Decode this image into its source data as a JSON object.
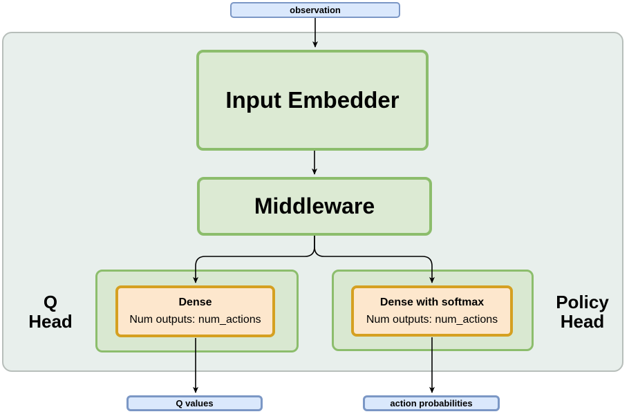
{
  "diagram": {
    "type": "flowchart",
    "description": "Agent network architecture with shared input embedder and middleware feeding a Q head and a policy head",
    "input": {
      "label": "observation"
    },
    "blocks": {
      "input_embedder": {
        "label": "Input Embedder"
      },
      "middleware": {
        "label": "Middleware"
      }
    },
    "heads": [
      {
        "id": "q_head",
        "side_label": [
          "Q",
          "Head"
        ],
        "block_title": "Dense",
        "block_subtitle": "Num outputs: num_actions",
        "output_label": "Q values"
      },
      {
        "id": "policy_head",
        "side_label": [
          "Policy",
          "Head"
        ],
        "block_title": "Dense with softmax",
        "block_subtitle": "Num outputs: num_actions",
        "output_label": "action probabilities"
      }
    ],
    "colors": {
      "container_fill": "#e8efec",
      "container_border": "#b7beba",
      "green_fill": "#dcead3",
      "head_fill": "#d9e8d1",
      "green_border": "#8cbd6c",
      "orange_fill": "#fde7cd",
      "orange_border": "#d5a021",
      "blue_fill": "#dae8fc",
      "blue_border": "#7b97c5",
      "arrow": "#000000"
    }
  }
}
